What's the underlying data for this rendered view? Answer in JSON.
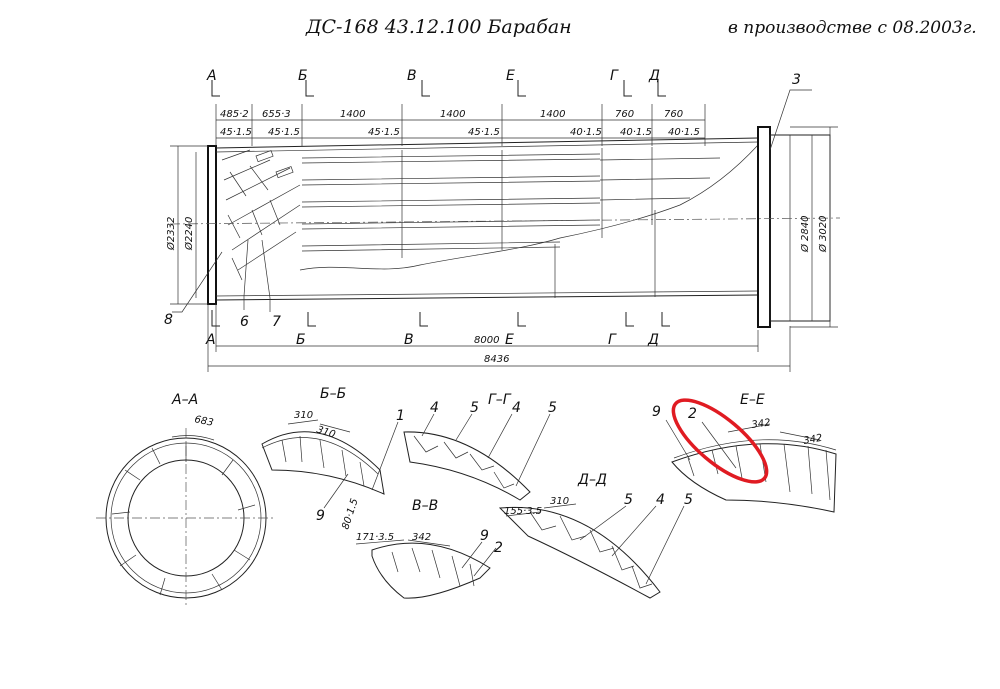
{
  "header": {
    "title": "ДС-168 43.12.100 Барабан",
    "production": "в производстве с 08.2003г."
  },
  "main_view": {
    "section_markers_top": [
      "А",
      "Б",
      "В",
      "Е",
      "Г",
      "Д"
    ],
    "section_markers_bottom": [
      "А",
      "Б",
      "В",
      "Е",
      "Г",
      "Д"
    ],
    "dims_top_row1": [
      "485·2",
      "655·3",
      "1400",
      "1400",
      "1400",
      "760",
      "760"
    ],
    "dims_top_row2": [
      "45·1.5",
      "45·1.5",
      "45·1.5",
      "45·1.5",
      "40·1.5",
      "40·1.5",
      "40·1.5"
    ],
    "dim_8000": "8000",
    "dim_8436": "8436",
    "dia_left_outer": "Ø2332",
    "dia_left_inner": "Ø2240",
    "dia_right_inner": "Ø 2840",
    "dia_right_outer": "Ø 3020",
    "part_callouts": [
      "8",
      "6",
      "7",
      "3"
    ]
  },
  "sections": {
    "aa": {
      "title": "А–А",
      "dim": "683"
    },
    "bb": {
      "title": "Б–Б",
      "dims": [
        "310",
        "310"
      ],
      "callouts": [
        "1",
        "9"
      ],
      "dim_side": "80·1.5"
    },
    "vv": {
      "title": "В–В",
      "dims": [
        "171·3.5",
        "342"
      ],
      "callouts": [
        "9",
        "2"
      ]
    },
    "gg": {
      "title": "Г–Г",
      "callouts": [
        "4",
        "5",
        "4",
        "5"
      ]
    },
    "dd": {
      "title": "Д–Д",
      "dims": [
        "155·3.5",
        "310"
      ],
      "callouts": [
        "5",
        "4",
        "5"
      ]
    },
    "ee": {
      "title": "Е–Е",
      "dims": [
        "342",
        "342"
      ],
      "callouts": [
        "9",
        "2"
      ]
    }
  },
  "highlight": {
    "color": "#e01b22"
  }
}
